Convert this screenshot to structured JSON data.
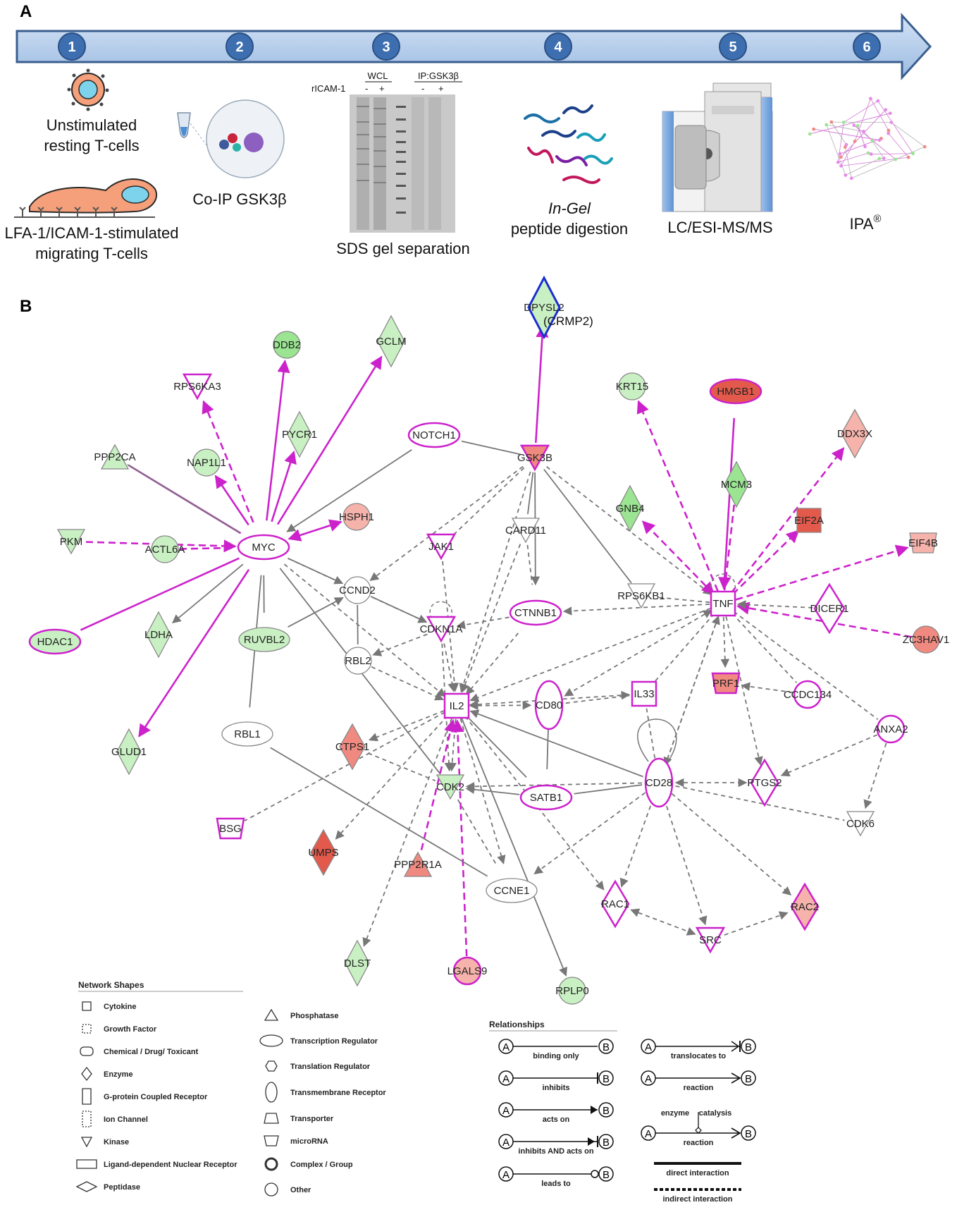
{
  "panelA": {
    "letter": "A",
    "steps": [
      "1",
      "2",
      "3",
      "4",
      "5",
      "6"
    ],
    "captions": {
      "s1a_line1": "Unstimulated",
      "s1a_line2": "resting T-cells",
      "s1b_line1": "LFA-1/ICAM-1-stimulated",
      "s1b_line2": "migrating T-cells",
      "s2": "Co-IP GSK3β",
      "s3": "SDS gel separation",
      "s4_line1": "In-Gel",
      "s4_line2": "peptide digestion",
      "s5": "LC/ESI-MS/MS",
      "s6": "IPA",
      "s6_sup": "®"
    },
    "gel": {
      "wcl": "WCL",
      "ip": "IP:GSK3β",
      "ricam": "rICAM-1",
      "minus": "-",
      "plus": "+"
    }
  },
  "panelB": {
    "letter": "B",
    "crmp2": "(CRMP2)",
    "nodes": [
      {
        "id": "DPYSL2",
        "label": "DPYSL2"
      },
      {
        "id": "DDB2",
        "label": "DDB2"
      },
      {
        "id": "GCLM",
        "label": "GCLM"
      },
      {
        "id": "RPS6KA3",
        "label": "RPS6KA3"
      },
      {
        "id": "PYCR1",
        "label": "PYCR1"
      },
      {
        "id": "PPP2CA",
        "label": "PPP2CA"
      },
      {
        "id": "NAP1L1",
        "label": "NAP1L1"
      },
      {
        "id": "NOTCH1",
        "label": "NOTCH1"
      },
      {
        "id": "GSK3B",
        "label": "GSK3B"
      },
      {
        "id": "KRT15",
        "label": "KRT15"
      },
      {
        "id": "HMGB1",
        "label": "HMGB1"
      },
      {
        "id": "DDX3X",
        "label": "DDX3X"
      },
      {
        "id": "MCM3",
        "label": "MCM3"
      },
      {
        "id": "HSPH1",
        "label": "HSPH1"
      },
      {
        "id": "PKM",
        "label": "PKM"
      },
      {
        "id": "ACTL6A",
        "label": "ACTL6A"
      },
      {
        "id": "MYC",
        "label": "MYC"
      },
      {
        "id": "JAK1",
        "label": "JAK1"
      },
      {
        "id": "CARD11",
        "label": "CARD11"
      },
      {
        "id": "GNB4",
        "label": "GNB4"
      },
      {
        "id": "EIF2A",
        "label": "EIF2A"
      },
      {
        "id": "EIF4B",
        "label": "EIF4B"
      },
      {
        "id": "CCND2",
        "label": "CCND2"
      },
      {
        "id": "RPS6KB1",
        "label": "RPS6KB1"
      },
      {
        "id": "TNF",
        "label": "TNF"
      },
      {
        "id": "DICER1",
        "label": "DICER1"
      },
      {
        "id": "HDAC1",
        "label": "HDAC1"
      },
      {
        "id": "LDHA",
        "label": "LDHA"
      },
      {
        "id": "RUVBL2",
        "label": "RUVBL2"
      },
      {
        "id": "CDKN1A",
        "label": "CDKN1A"
      },
      {
        "id": "CTNNB1",
        "label": "CTNNB1"
      },
      {
        "id": "ZC3HAV1",
        "label": "ZC3HAV1"
      },
      {
        "id": "RBL2",
        "label": "RBL2"
      },
      {
        "id": "PRF1",
        "label": "PRF1"
      },
      {
        "id": "CCDC134",
        "label": "CCDC134"
      },
      {
        "id": "IL2",
        "label": "IL2"
      },
      {
        "id": "CD80",
        "label": "CD80"
      },
      {
        "id": "IL33",
        "label": "IL33"
      },
      {
        "id": "GLUD1",
        "label": "GLUD1"
      },
      {
        "id": "RBL1",
        "label": "RBL1"
      },
      {
        "id": "CTPS1",
        "label": "CTPS1"
      },
      {
        "id": "ANXA2",
        "label": "ANXA2"
      },
      {
        "id": "CDK2",
        "label": "CDK2"
      },
      {
        "id": "SATB1",
        "label": "SATB1"
      },
      {
        "id": "CD28",
        "label": "CD28"
      },
      {
        "id": "PTGS2",
        "label": "PTGS2"
      },
      {
        "id": "BSG",
        "label": "BSG"
      },
      {
        "id": "CDK6",
        "label": "CDK6"
      },
      {
        "id": "UMPS",
        "label": "UMPS"
      },
      {
        "id": "PPP2R1A",
        "label": "PPP2R1A"
      },
      {
        "id": "CCNE1",
        "label": "CCNE1"
      },
      {
        "id": "RAC1",
        "label": "RAC1"
      },
      {
        "id": "RAC2",
        "label": "RAC2"
      },
      {
        "id": "SRC",
        "label": "SRC"
      },
      {
        "id": "DLST",
        "label": "DLST"
      },
      {
        "id": "LGALS9",
        "label": "LGALS9"
      },
      {
        "id": "RPLP0",
        "label": "RPLP0"
      }
    ]
  },
  "legend": {
    "shapes_title": "Network Shapes",
    "shapes_col1": [
      "Cytokine",
      "Growth Factor",
      "Chemical / Drug/ Toxicant",
      "Enzyme",
      "G-protein Coupled Receptor",
      "Ion Channel",
      "Kinase",
      "Ligand-dependent Nuclear Receptor",
      "Peptidase"
    ],
    "shapes_col2": [
      "Phosphatase",
      "Transcription Regulator",
      "Translation Regulator",
      "Transmembrane Receptor",
      "Transporter",
      "microRNA",
      "Complex / Group",
      "Other"
    ],
    "relationships_title": "Relationships",
    "node_a": "A",
    "node_b": "B",
    "rel_col1": [
      "binding only",
      "inhibits",
      "acts on",
      "inhibits AND acts on",
      "leads to"
    ],
    "rel_col2": [
      "translocates to",
      "reaction",
      "reaction"
    ],
    "enzyme": "enzyme",
    "catalysis": "catalysis",
    "direct": "direct interaction",
    "indirect": "indirect interaction"
  },
  "colors": {
    "arrow_blue": "#a9c6e8",
    "arrow_border": "#3a5f8f",
    "step_circle": "#3d6fb0",
    "magenta": "#cc22cc",
    "gray_edge": "#777777",
    "green_fill": "#c9f0c3",
    "green_dark": "#9be592",
    "red_fill": "#f08a80",
    "red_dark": "#e35a4c",
    "pink_fill": "#f5b3ab"
  }
}
